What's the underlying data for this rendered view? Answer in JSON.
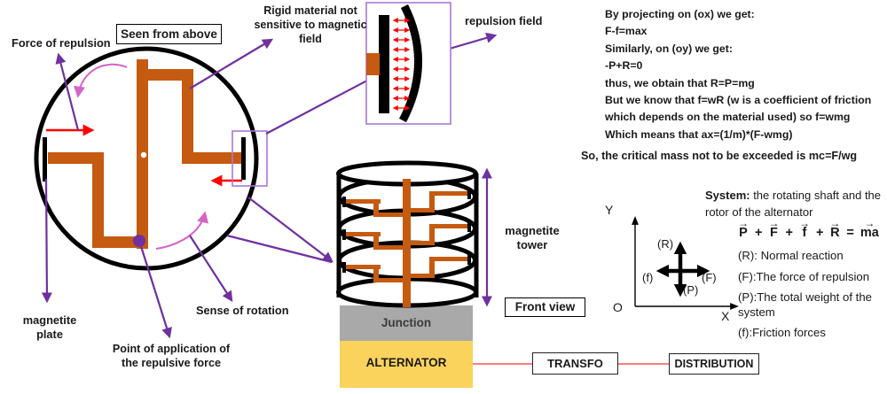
{
  "labels": {
    "force_of_repulsion": "Force of repulsion",
    "seen_from_above": "Seen from above",
    "rigid_material": "Rigid material not sensitive to magnetic field",
    "repulsion_field": "repulsion field",
    "magnetite_plate": "magnetite plate",
    "point_of_application": "Point of application of the repulsive force",
    "sense_of_rotation": "Sense of rotation",
    "magnetite_tower": "magnetite tower",
    "front_view": "Front view",
    "junction": "Junction",
    "alternator": "ALTERNATOR",
    "transfo": "TRANSFO",
    "distribution": "DISTRIBUTION"
  },
  "derivation": {
    "lines": [
      "By projecting on (ox) we get:",
      "F-f=max",
      "Similarly, on (oy) we get:",
      "-P+R=0",
      "thus, we obtain that R=P=mg",
      "But we know that f=wR (w is a coefficient of friction",
      "which depends on the material used) so f=wmg",
      "Which means that ax=(1/m)*(F-wmg)"
    ],
    "conclusion": "So, the critical mass not to be exceeded is mc=F/wg"
  },
  "system": {
    "title_bold": "System:",
    "title_rest": " the rotating shaft and the rotor of the alternator",
    "equation": [
      "P",
      "+",
      "F",
      "+",
      "f",
      "+",
      "R",
      "=",
      "ma"
    ],
    "legend": [
      "(R): Normal reaction",
      "(F):The force of repulsion",
      "(P):The total weight of the system",
      "(f):Friction forces"
    ]
  },
  "axes": {
    "x": "X",
    "y": "Y",
    "origin": "O",
    "up": "(R)",
    "down": "(P)",
    "left": "(f)",
    "right": "(F)"
  },
  "glyphs": {
    "vector_arrow": "→"
  },
  "colors": {
    "rotor_orange": "#C55A11",
    "arrow_purple": "#7030A0",
    "frame_light_purple": "#A878D8",
    "rotation_pink": "#D563C8",
    "force_red": "#FF0000",
    "alternator_yellow": "#FAD35C",
    "junction_gray": "#A9A9A9",
    "connector_red": "#FF5555"
  }
}
